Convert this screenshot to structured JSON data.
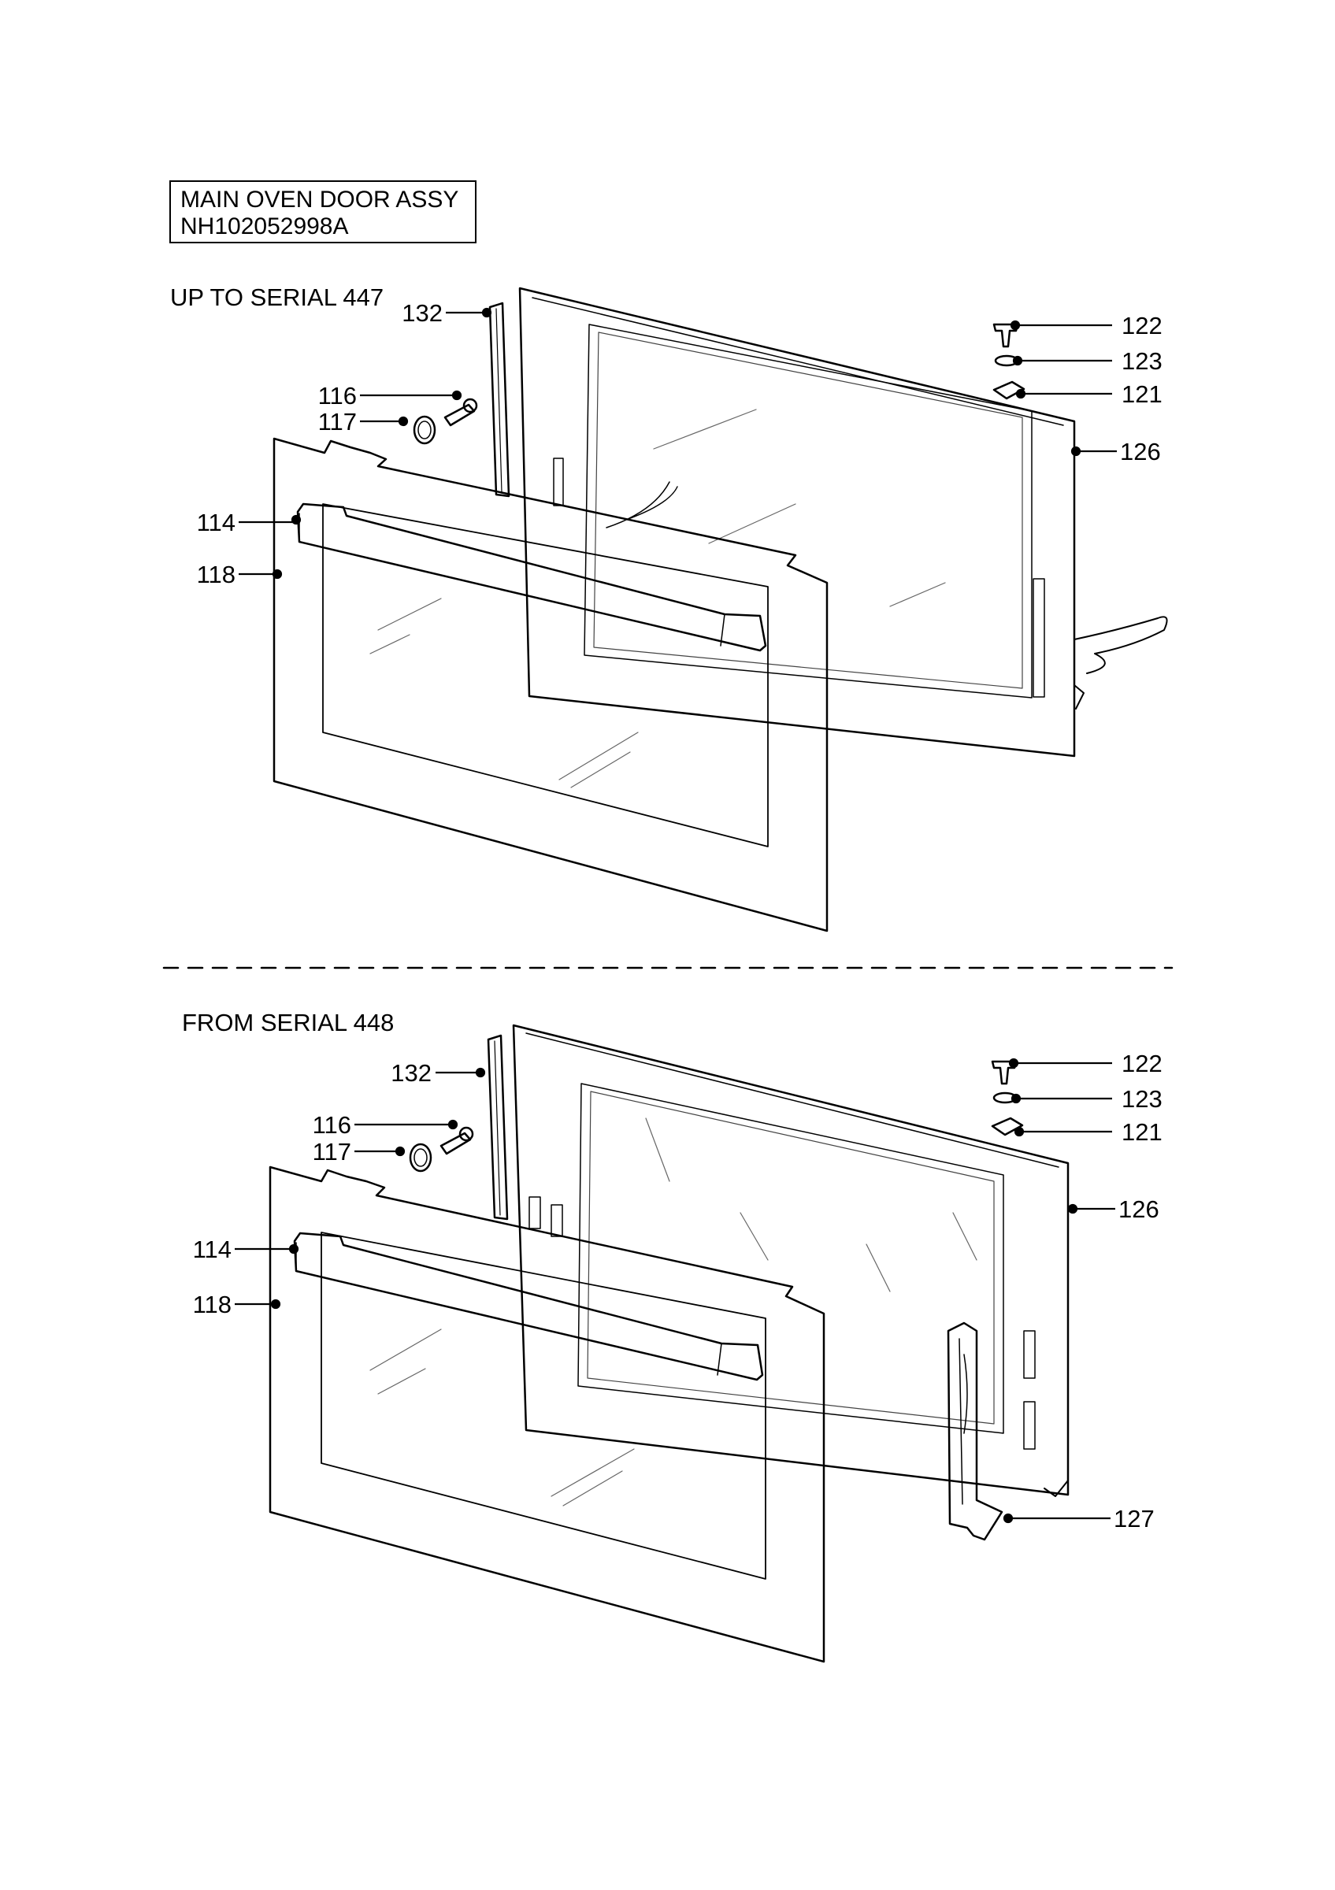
{
  "title": {
    "line1": "MAIN OVEN DOOR ASSY",
    "line2": "NH102052998A"
  },
  "sections": {
    "upper": {
      "label": "UP TO SERIAL 447",
      "callouts": {
        "c132": "132",
        "c116": "116",
        "c117": "117",
        "c114": "114",
        "c118": "118",
        "c122": "122",
        "c123": "123",
        "c121": "121",
        "c126": "126"
      }
    },
    "lower": {
      "label": "FROM SERIAL 448",
      "callouts": {
        "c132": "132",
        "c116": "116",
        "c117": "117",
        "c114": "114",
        "c118": "118",
        "c122": "122",
        "c123": "123",
        "c121": "121",
        "c126": "126",
        "c127": "127"
      }
    }
  }
}
